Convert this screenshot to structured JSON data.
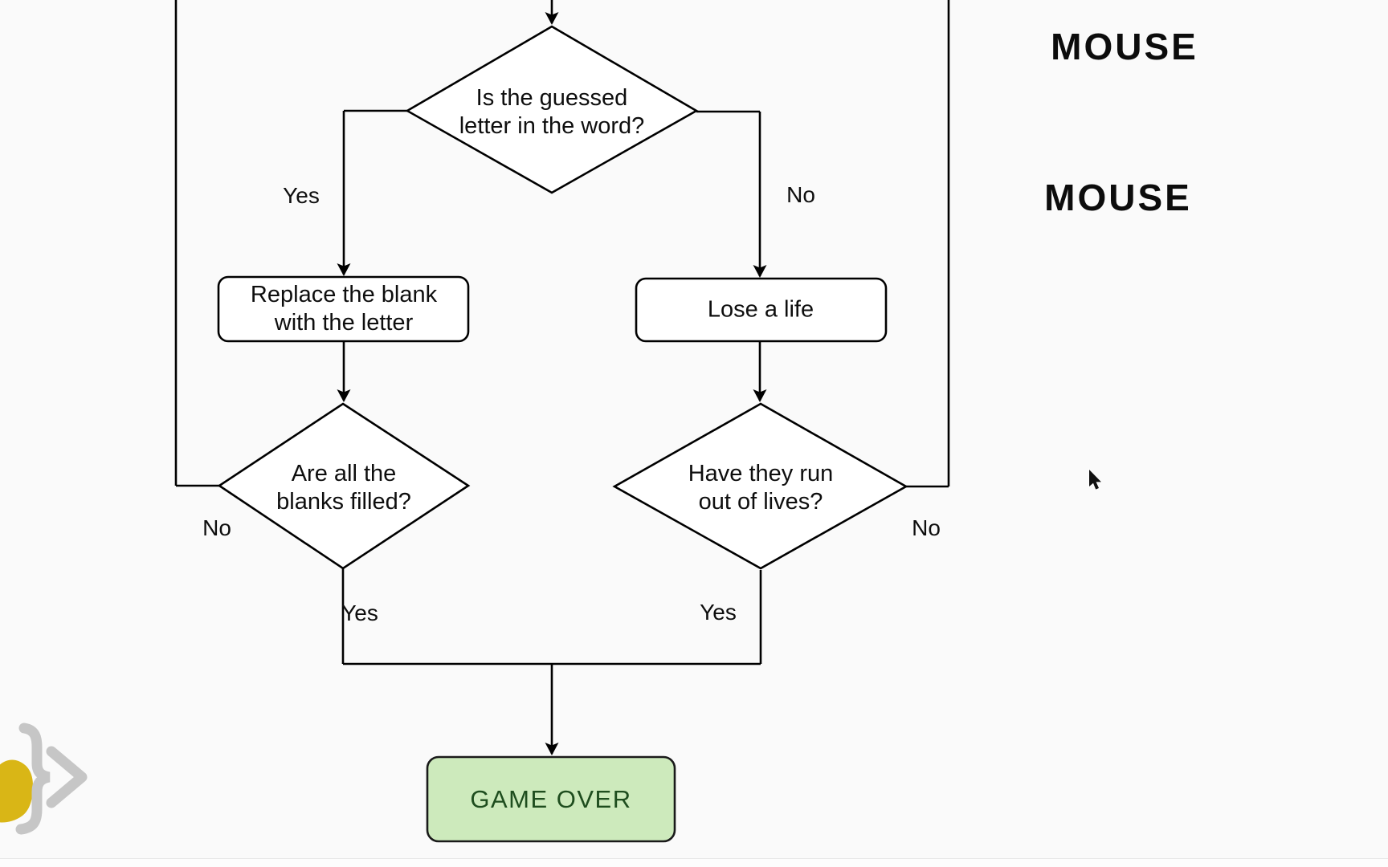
{
  "branding": {
    "mouse_top": "MOUSE",
    "mouse_bottom": "MOUSE"
  },
  "flowchart": {
    "decision_guessed_letter": {
      "line1": "Is the guessed",
      "line2": "letter in the word?"
    },
    "process_replace_blank": {
      "line1": "Replace the blank",
      "line2": "with the letter"
    },
    "process_lose_life": {
      "label": "Lose a life"
    },
    "decision_blanks_filled": {
      "line1": "Are all the",
      "line2": "blanks filled?"
    },
    "decision_out_of_lives": {
      "line1": "Have they run",
      "line2": "out of lives?"
    },
    "terminal_game_over": {
      "label": "GAME OVER"
    },
    "edges": {
      "guessed_yes": "Yes",
      "guessed_no": "No",
      "blanks_loop_no": "No",
      "blanks_yes": "Yes",
      "lives_loop_no": "No",
      "lives_yes": "Yes"
    }
  },
  "logo": {
    "brace_glyph": "}",
    "chevron_glyph": ">"
  },
  "colors": {
    "line": "#000000",
    "node_fill": "#ffffff",
    "terminal_fill": "#cdeabc",
    "terminal_border": "#1a1a1a",
    "terminal_text": "#1e4d1e",
    "brand_text": "#0c0c0c",
    "logo_yellow": "#d9b616",
    "logo_gray": "#c6c6c6",
    "background": "#fafafa"
  }
}
